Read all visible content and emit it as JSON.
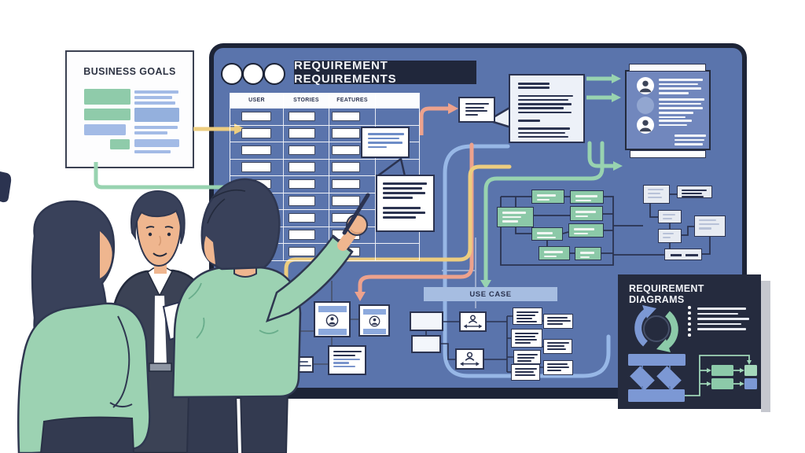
{
  "business_goals_panel": {
    "title": "BUSINESS GOALS"
  },
  "board": {
    "title": "REQUIREMENT REQUIREMENTS",
    "window_dots_count": 3,
    "table": {
      "headers": [
        "USER",
        "STORIES",
        "FEATURES"
      ],
      "columns": 4,
      "data_rows": 9
    },
    "use_case_section": {
      "label": "USE CASE"
    }
  },
  "stakeholder_panel": {
    "avatar_count": 3
  },
  "diagrams_panel": {
    "title": "REQUIREMENT DIAGRAMS"
  },
  "people": [
    {
      "id": "woman-left",
      "description": "woman with long dark hair in green jacket"
    },
    {
      "id": "man-center",
      "description": "man in dark suit holding a notepad"
    },
    {
      "id": "man-right",
      "description": "man in green shirt pointing a pen at the board"
    }
  ],
  "icons": {
    "window_dot": "circle",
    "avatar": "person-silhouette",
    "actor": "person-with-double-arrow",
    "cycle": "circular-arrows"
  },
  "colors": {
    "board_blue": "#5a74ac",
    "board_frame": "#1d2437",
    "banner_bg": "#20273b",
    "green_box": "#8cc9a8",
    "grey_box": "#e7ebf2",
    "use_case_bar": "#a6bde1",
    "panel_dark": "#252b3e",
    "connector_blue": "#97b7e6",
    "connector_salmon": "#eda28d",
    "connector_yellow": "#edcd7f",
    "connector_green": "#98d3b0",
    "goal_green": "#8fcbaa",
    "goal_blue": "#a3bbe6",
    "skin": "#efb68f",
    "hair": "#39415a",
    "shirt_green": "#9cd2b2",
    "suit": "#3b4255"
  }
}
